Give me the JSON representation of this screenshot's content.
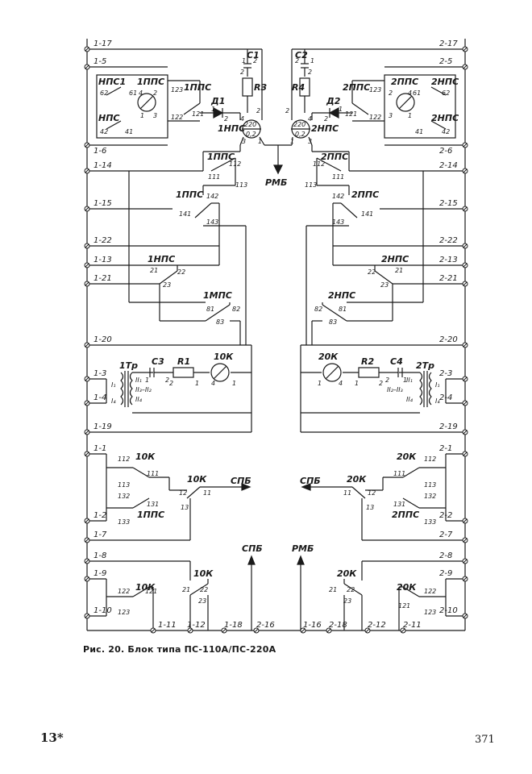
{
  "caption": "Рис. 20. Блок типа ПС-110А/ПС-220А",
  "footer": {
    "left": "13*",
    "page_number": "371"
  },
  "terminals_left": [
    "1-17",
    "1-5",
    "1-6",
    "1-14",
    "1-15",
    "1-22",
    "1-13",
    "1-21",
    "1-20",
    "1-3",
    "1-4",
    "1-19",
    "1-1",
    "1-2",
    "1-7",
    "1-8",
    "1-9",
    "1-10"
  ],
  "terminals_right": [
    "2-17",
    "2-5",
    "2-6",
    "2-14",
    "2-15",
    "2-22",
    "2-13",
    "2-21",
    "2-20",
    "2-3",
    "2-4",
    "2-19",
    "2-1",
    "2-2",
    "2-7",
    "2-8",
    "2-9",
    "2-10"
  ],
  "terminals_bottom": [
    "1-11",
    "1-12",
    "1-18",
    "2-16",
    "1-16",
    "2-18",
    "2-12",
    "2-11"
  ],
  "outputs": {
    "rmb": "РМБ",
    "spb": "СПБ"
  },
  "components": {
    "c1": "C1",
    "c2": "C2",
    "r3": "R3",
    "r4": "R4",
    "d1": "Д1",
    "d2": "Д2",
    "lamp1": "1НПС",
    "lamp2": "2НПС",
    "lamp1_top": "220",
    "lamp1_bot": "0,2",
    "lamp2_top": "220",
    "lamp2_bot": "0,2",
    "rel_1pps": "1ППС",
    "rel_2pps": "2ППС",
    "rel_1nps": "1НПС",
    "rel_2nps": "2НПС",
    "rel_nps1": "НПС1",
    "rel_nps": "НПС",
    "rel_1mps": "1МПС",
    "c3": "C3",
    "c4": "C4",
    "r1": "R1",
    "r2": "R2",
    "tr1": "1Тр",
    "tr2": "2Тр",
    "k1": "10К",
    "k2": "20К"
  },
  "labels_left": {
    "p62": "62",
    "p61": "61",
    "p4": "4",
    "p2": "2",
    "p3": "3",
    "p1": "1",
    "p123": "123",
    "p122": "122",
    "p121": "121",
    "p42": "42",
    "p41": "41",
    "d1_1": "1",
    "d1_2": "2",
    "r3_4": "4",
    "r3_2": "2",
    "c1_1": "1",
    "c1_2": "2",
    "lamp_2": "2",
    "lamp_3": "3",
    "lamp_1": "1",
    "p112": "112",
    "p111": "111",
    "p113": "113",
    "p142": "142",
    "p141": "141",
    "p143": "143",
    "p21": "21",
    "p22": "22",
    "p23": "23",
    "p81": "81",
    "p82": "82",
    "p83": "83",
    "w_i1": "I₁",
    "w_ii1": "II₁",
    "w_ii3": "II₃–II₂",
    "w_ii4": "II₄",
    "w_i4": "I₄",
    "c3_1": "1",
    "c3_2": "2",
    "r1_2": "2",
    "r1_1": "1",
    "k_4": "4",
    "k_1": "1",
    "b112": "112",
    "b111": "111",
    "b113": "113",
    "b132": "132",
    "b131": "131",
    "b133": "133",
    "s12": "12",
    "s11": "11",
    "s13": "13",
    "q122": "122",
    "q121": "121",
    "q123": "123",
    "q22": "22",
    "q21": "21",
    "q23": "23"
  },
  "labels_right": {
    "p62": "62",
    "p61": "61",
    "p4": "4",
    "p2": "2",
    "p3": "3",
    "p1": "1",
    "p123": "123",
    "p122": "122",
    "p121": "121",
    "p42": "42",
    "p41": "41",
    "d2_1": "1",
    "d2_2": "2",
    "r4_4": "4",
    "r4_2": "2",
    "c2_1": "1",
    "c2_2": "2",
    "lamp_2": "2",
    "lamp_3": "3",
    "lamp_1": "1",
    "p112": "112",
    "p111": "111",
    "p113": "113",
    "p142": "142",
    "p141": "141",
    "p143": "143",
    "p21": "21",
    "p22": "22",
    "p23": "23",
    "p81": "81",
    "p82": "82",
    "p83": "83",
    "w_i1": "I₁",
    "w_ii1": "II₁",
    "w_ii2": "II₂–II₃",
    "w_ii4": "II₄",
    "w_i4": "I₄",
    "c4_1": "1",
    "c4_2": "2",
    "r2_2": "2",
    "r2_1": "1",
    "k_4": "4",
    "k_1": "1",
    "b112": "112",
    "b111": "111",
    "b113": "113",
    "b132": "132",
    "b131": "131",
    "b133": "133",
    "s12": "12",
    "s11": "11",
    "s13": "13",
    "q122": "122",
    "q121": "121",
    "q123": "123",
    "q22": "22",
    "q21": "21",
    "q23": "23"
  }
}
